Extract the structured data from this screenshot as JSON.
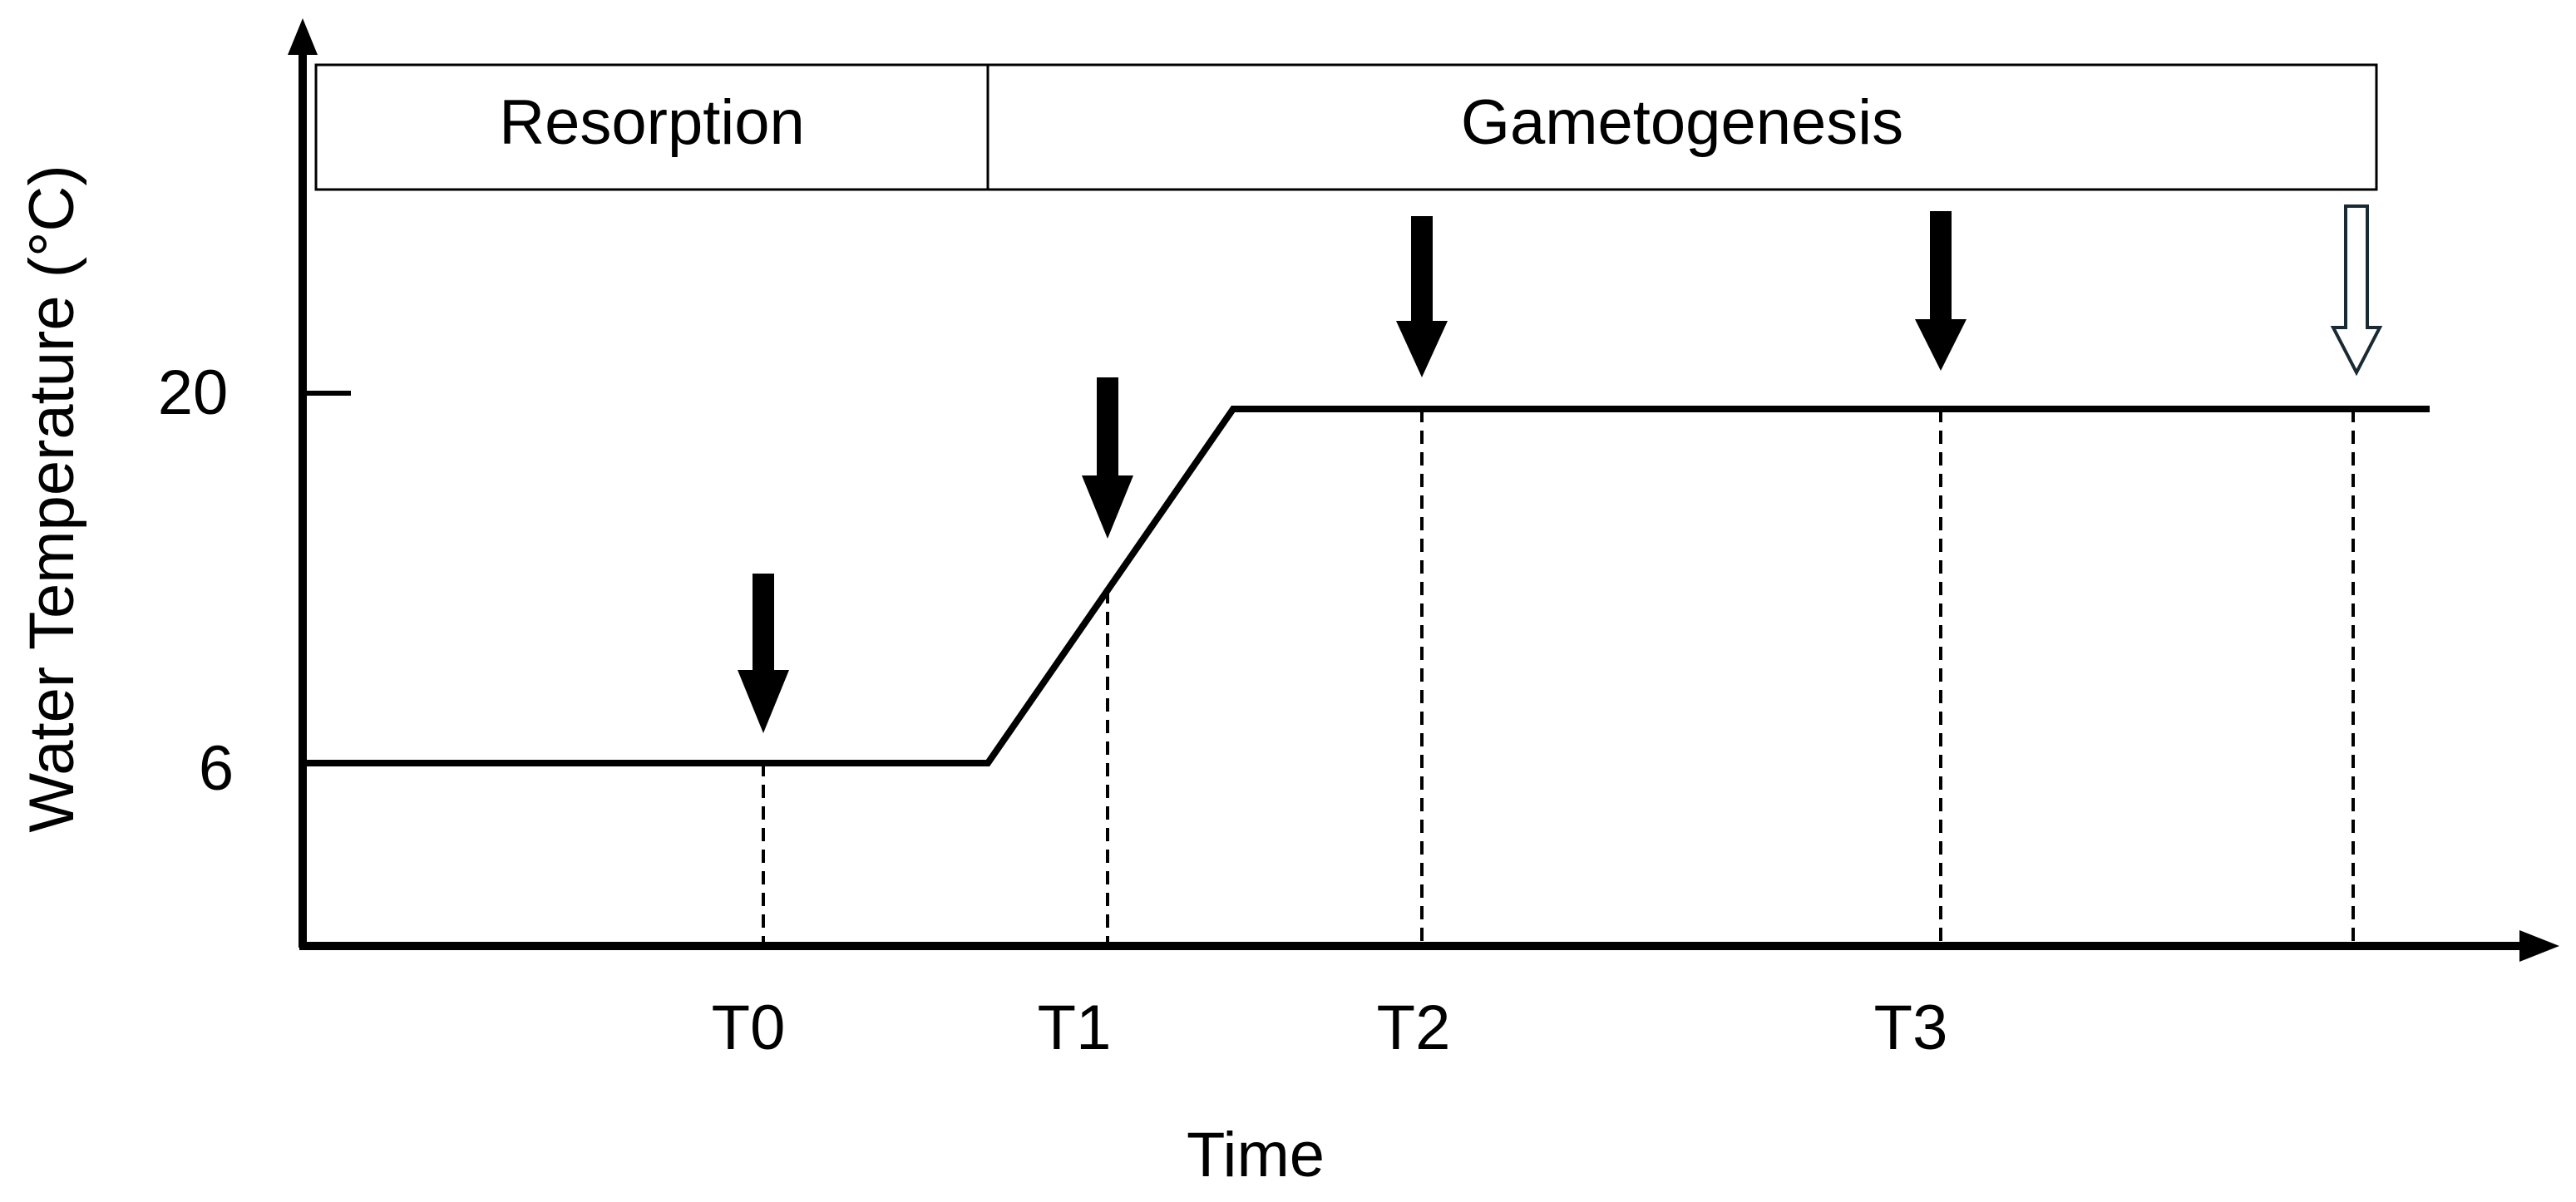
{
  "phases": [
    {
      "label": "Resorption"
    },
    {
      "label": "Gametogenesis"
    }
  ],
  "y_axis": {
    "label": "Water Temperature (°C)",
    "ticks": [
      "20",
      "6"
    ]
  },
  "x_axis": {
    "label": "Time",
    "ticks": [
      "T0",
      "T1",
      "T2",
      "T3"
    ]
  },
  "temperature_profile": {
    "low_temp_c": 6,
    "high_temp_c": 20
  },
  "sampling_arrows": [
    {
      "style": "filled",
      "at": "T0"
    },
    {
      "style": "filled",
      "at": "T1"
    },
    {
      "style": "filled",
      "at": "T2"
    },
    {
      "style": "filled",
      "at": "T3"
    },
    {
      "style": "outline",
      "at": ""
    }
  ],
  "colors": {
    "line": "#000000",
    "outline_arrow": "#1a2a33",
    "background": "#ffffff"
  }
}
